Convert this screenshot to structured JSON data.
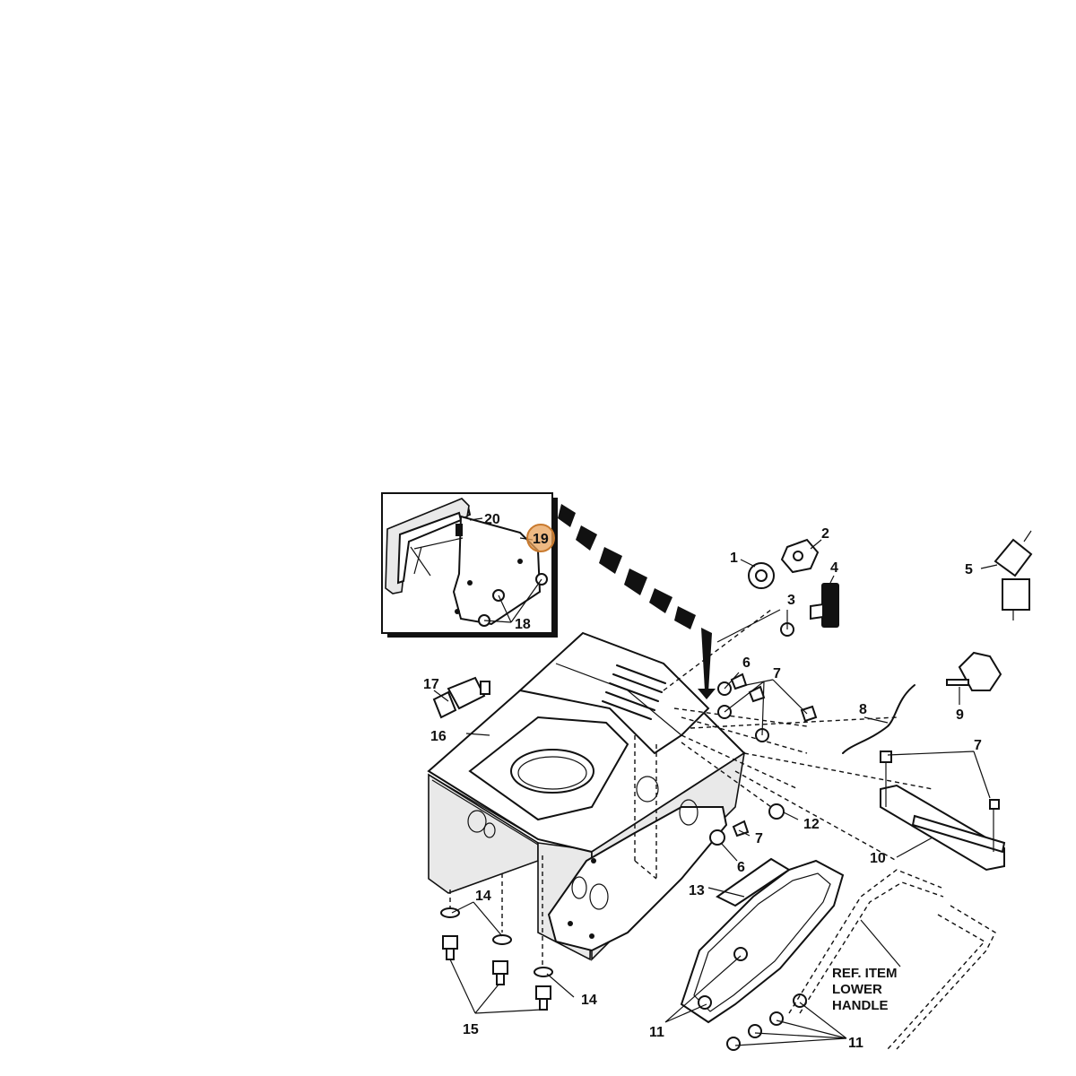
{
  "callouts": [
    {
      "id": "c1",
      "text": "1"
    },
    {
      "id": "c2",
      "text": "2"
    },
    {
      "id": "c3",
      "text": "3"
    },
    {
      "id": "c4",
      "text": "4"
    },
    {
      "id": "c5",
      "text": "5"
    },
    {
      "id": "c6a",
      "text": "6"
    },
    {
      "id": "c6b",
      "text": "6"
    },
    {
      "id": "c7a",
      "text": "7"
    },
    {
      "id": "c7b",
      "text": "7"
    },
    {
      "id": "c7c",
      "text": "7"
    },
    {
      "id": "c8",
      "text": "8"
    },
    {
      "id": "c9",
      "text": "9"
    },
    {
      "id": "c10",
      "text": "10"
    },
    {
      "id": "c11a",
      "text": "11"
    },
    {
      "id": "c11b",
      "text": "11"
    },
    {
      "id": "c12",
      "text": "12"
    },
    {
      "id": "c13",
      "text": "13"
    },
    {
      "id": "c14a",
      "text": "14"
    },
    {
      "id": "c14b",
      "text": "14"
    },
    {
      "id": "c15",
      "text": "15"
    },
    {
      "id": "c16",
      "text": "16"
    },
    {
      "id": "c17",
      "text": "17"
    },
    {
      "id": "c18",
      "text": "18"
    },
    {
      "id": "c19",
      "text": "19"
    },
    {
      "id": "c20",
      "text": "20"
    }
  ],
  "reference_note": {
    "line1": "REF. ITEM",
    "line2": "LOWER",
    "line3": "HANDLE"
  },
  "highlight": {
    "callout": "19",
    "color": "#e8a25a"
  }
}
